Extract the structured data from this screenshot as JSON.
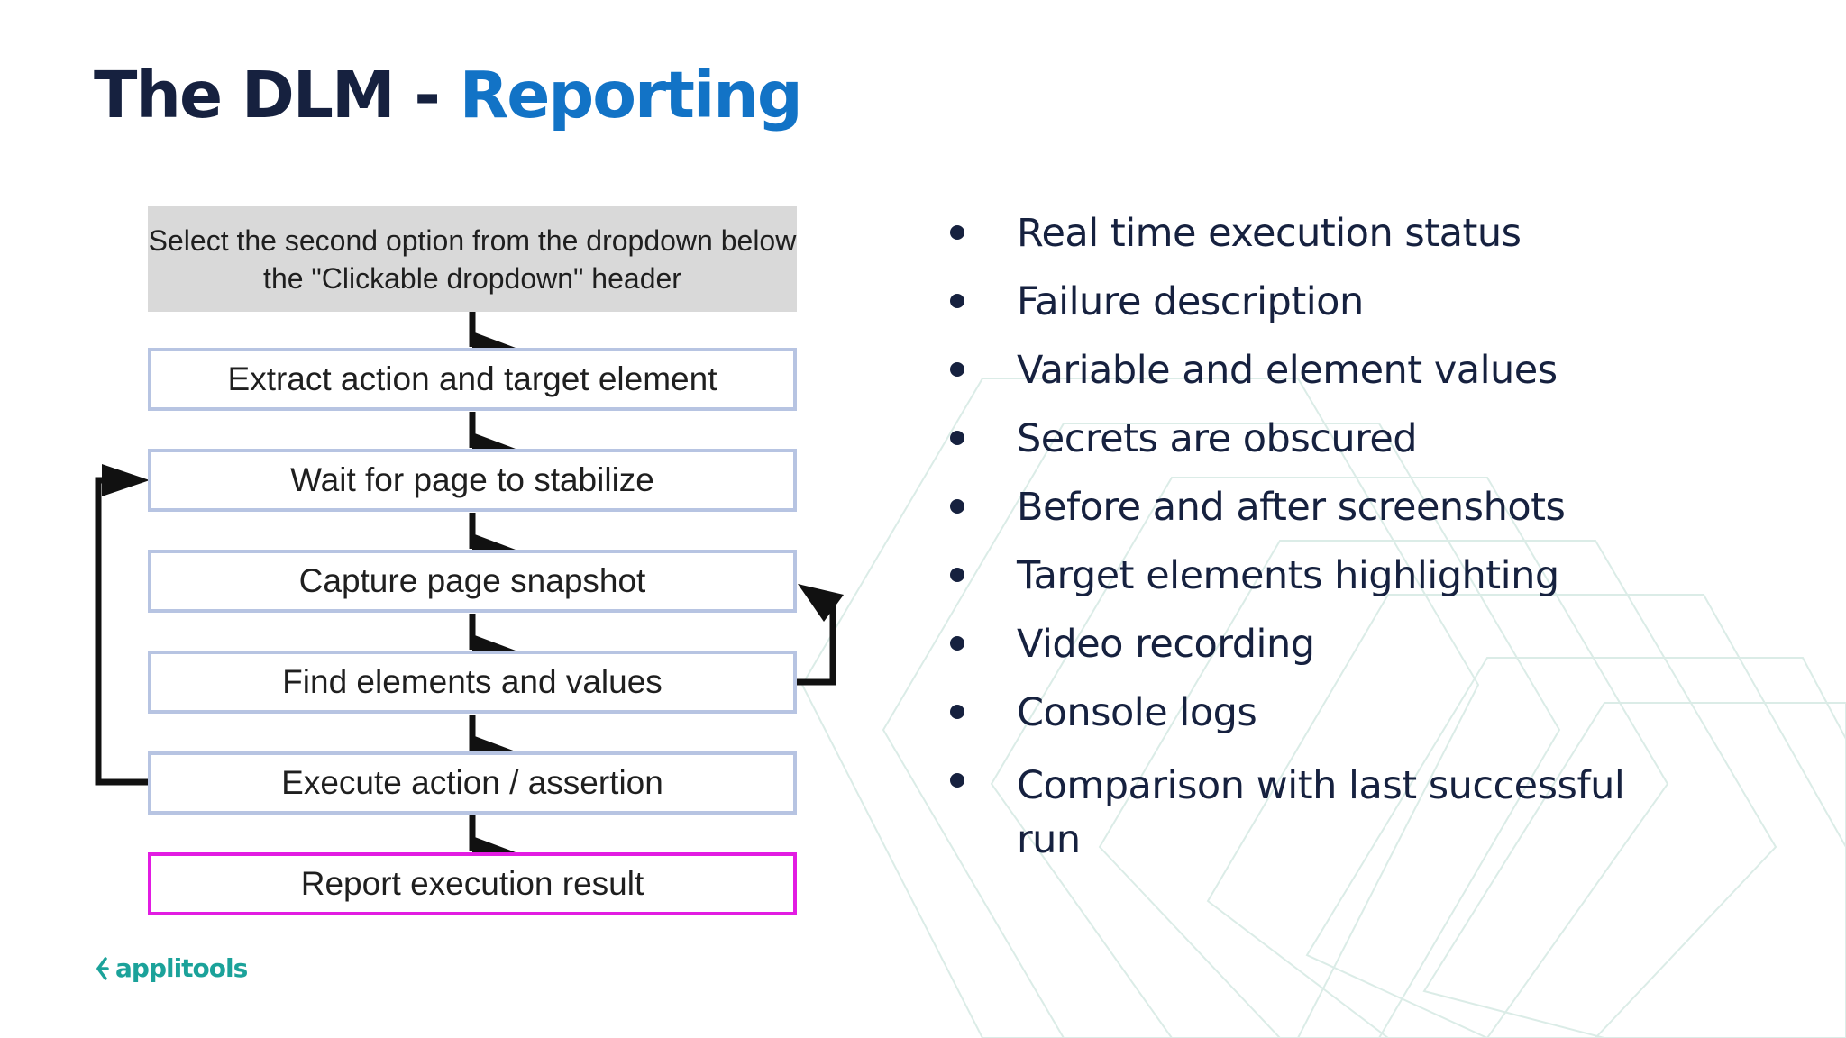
{
  "slide": {
    "title_main": "The DLM - ",
    "title_accent": "Reporting",
    "accent_color": "#1273c6",
    "title_color": "#16213f"
  },
  "flow": {
    "input": "Select the second option from the dropdown below the \"Clickable dropdown\" header",
    "steps": [
      "Extract action and target element",
      "Wait for page to stabilize",
      "Capture page snapshot",
      "Find elements and values",
      "Execute action / assertion",
      "Report execution result"
    ],
    "highlight_color": "#e21ce2",
    "box_border_color": "#b7c4e2"
  },
  "features": [
    "Real time execution status",
    "Failure description",
    "Variable and element values",
    "Secrets are obscured",
    "Before and after screenshots",
    "Target elements highlighting",
    "Video recording",
    "Console logs",
    "Comparison with last successful run"
  ],
  "logo": {
    "text": "applitools",
    "icon": "applitools-logo-icon",
    "color": "#1ba29a"
  }
}
